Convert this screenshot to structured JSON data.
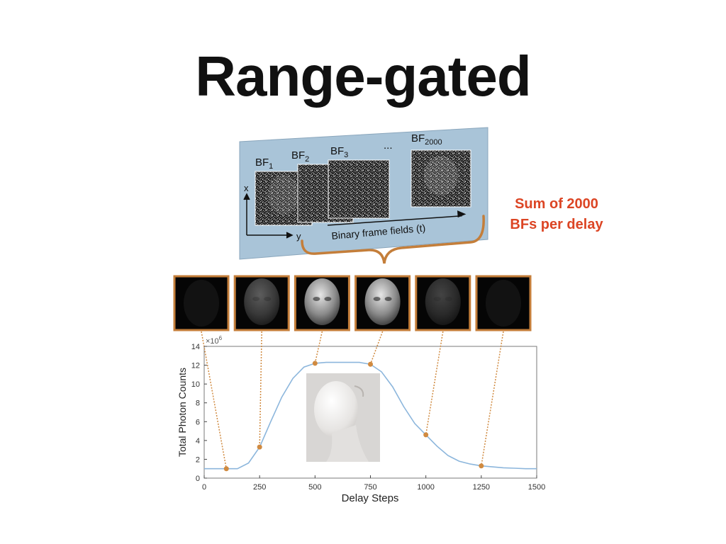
{
  "slide": {
    "title": "Range-gated",
    "note_line1": "Sum of 2000",
    "note_line2": "BFs per delay"
  },
  "colors": {
    "accent": "#dc4524",
    "frame_border": "#c47e3a",
    "panel": "#a9c4d8",
    "curve": "#8cb6dc",
    "marker": "#d08a40"
  },
  "binary_frames": {
    "labels": [
      {
        "base": "BF",
        "sub": "1"
      },
      {
        "base": "BF",
        "sub": "2"
      },
      {
        "base": "BF",
        "sub": "3"
      },
      {
        "base": "BF",
        "sub": "2000"
      }
    ],
    "ellipsis": "...",
    "axis_x": "x",
    "axis_y": "y",
    "time_axis": "Binary frame fields (t)"
  },
  "thumbnail_brightness": [
    0.02,
    0.35,
    0.9,
    0.9,
    0.25,
    0.04
  ],
  "chart_data": {
    "type": "line",
    "xlabel": "Delay Steps",
    "ylabel": "Total Photon Counts",
    "y_multiplier": "×10",
    "y_exponent": "6",
    "xlim": [
      0,
      1500
    ],
    "ylim": [
      0,
      14
    ],
    "x_ticks": [
      0,
      250,
      500,
      750,
      1000,
      1250,
      1500
    ],
    "y_ticks": [
      0,
      2,
      4,
      6,
      8,
      10,
      12,
      14
    ],
    "series": [
      {
        "x": [
          0,
          100,
          150,
          200,
          250,
          300,
          350,
          400,
          450,
          500,
          550,
          600,
          650,
          700,
          750,
          800,
          850,
          900,
          950,
          1000,
          1050,
          1100,
          1150,
          1200,
          1250,
          1300,
          1350,
          1400,
          1450,
          1500
        ],
        "y": [
          1.0,
          1.0,
          1.0,
          1.6,
          3.3,
          6.0,
          8.6,
          10.6,
          11.8,
          12.2,
          12.3,
          12.3,
          12.3,
          12.3,
          12.1,
          11.3,
          9.7,
          7.6,
          5.8,
          4.6,
          3.4,
          2.4,
          1.8,
          1.5,
          1.3,
          1.2,
          1.1,
          1.05,
          1.0,
          1.0
        ]
      }
    ],
    "markers": [
      {
        "x": 100,
        "y": 1.0
      },
      {
        "x": 250,
        "y": 3.3
      },
      {
        "x": 500,
        "y": 12.2
      },
      {
        "x": 750,
        "y": 12.1
      },
      {
        "x": 1000,
        "y": 4.6
      },
      {
        "x": 1250,
        "y": 1.3
      }
    ],
    "grid": false
  }
}
